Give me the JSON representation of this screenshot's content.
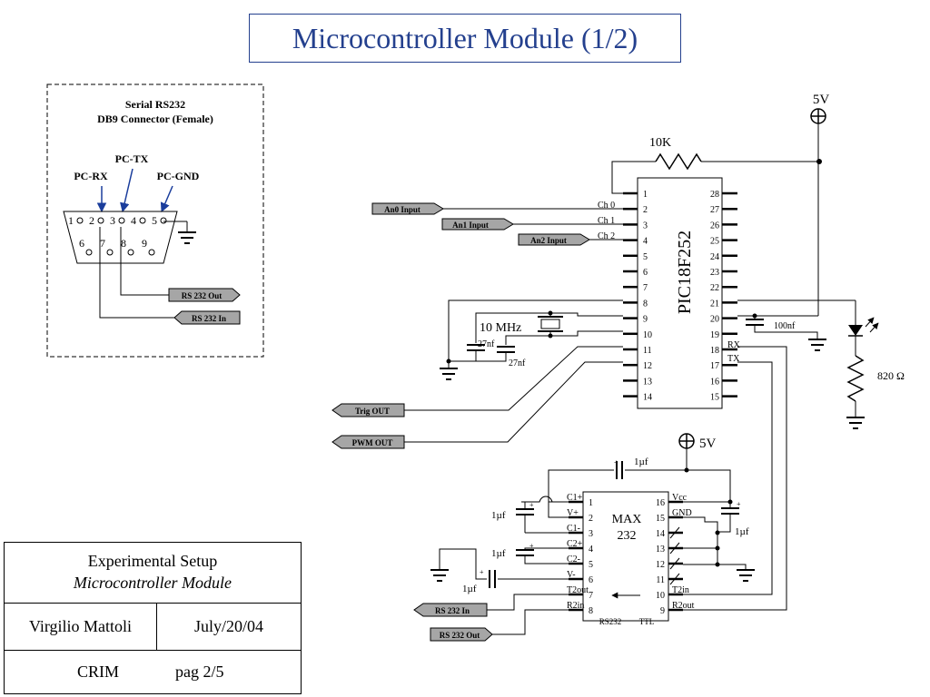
{
  "title": "Microcontroller Module (1/2)",
  "serial": {
    "heading1": "Serial RS232",
    "heading2": "DB9 Connector (Female)",
    "pc_tx": "PC-TX",
    "pc_rx": "PC-RX",
    "pc_gnd": "PC-GND",
    "pins_top": [
      "1",
      "2",
      "3",
      "4",
      "5"
    ],
    "pins_bottom": [
      "6",
      "7",
      "8",
      "9"
    ],
    "rs232_out": "RS 232 Out",
    "rs232_in": "RS 232 In"
  },
  "pic": {
    "chip_name": "PIC18F252",
    "left_pins": [
      "1",
      "2",
      "3",
      "4",
      "5",
      "6",
      "7",
      "8",
      "9",
      "10",
      "11",
      "12",
      "13",
      "14"
    ],
    "right_pins": [
      "28",
      "27",
      "26",
      "25",
      "24",
      "23",
      "22",
      "21",
      "20",
      "19",
      "18",
      "17",
      "16",
      "15"
    ],
    "ch0": "Ch 0",
    "ch1": "Ch 1",
    "ch2": "Ch 2",
    "rx": "RX",
    "tx": "TX",
    "an0": "An0 Input",
    "an1": "An1 Input",
    "an2": "An2 Input",
    "crystal": "10 MHz",
    "cap27a": "27nf",
    "cap27b": "27nf",
    "cap100": "100nf",
    "resistor": "10K",
    "supply": "5V",
    "trig": "Trig OUT",
    "pwm": "PWM OUT",
    "led_res": "820 Ω"
  },
  "max": {
    "name1": "MAX",
    "name2": "232",
    "supply": "5V",
    "left_pins": [
      "1",
      "2",
      "3",
      "4",
      "5",
      "6",
      "7",
      "8"
    ],
    "right_pins": [
      "16",
      "15",
      "14",
      "13",
      "12",
      "11",
      "10",
      "9"
    ],
    "left_labels": [
      "C1+",
      "V+",
      "C1-",
      "C2+",
      "C2-",
      "V-",
      "T2out",
      "R2in"
    ],
    "right_labels": [
      "Vcc",
      "GND",
      "",
      "",
      "",
      "",
      "T2in",
      "R2out"
    ],
    "rs232_tag": "RS232",
    "ttl_tag": "TTL",
    "cap_top": "1µf",
    "cap_a": "1µf",
    "cap_b": "1µf",
    "cap_c": "1µf",
    "cap_d": "1µf",
    "rs232_in": "RS 232 In",
    "rs232_out": "RS 232 Out"
  },
  "info": {
    "line1": "Experimental Setup",
    "line2": "Microcontroller Module",
    "author": "Virgilio Mattoli",
    "date": "July/20/04",
    "org": "CRIM",
    "page": "pag 2/5"
  },
  "colors": {
    "title": "#24408e",
    "arrow": "#1a3d9c",
    "tag_fill": "#a6a6a6"
  }
}
